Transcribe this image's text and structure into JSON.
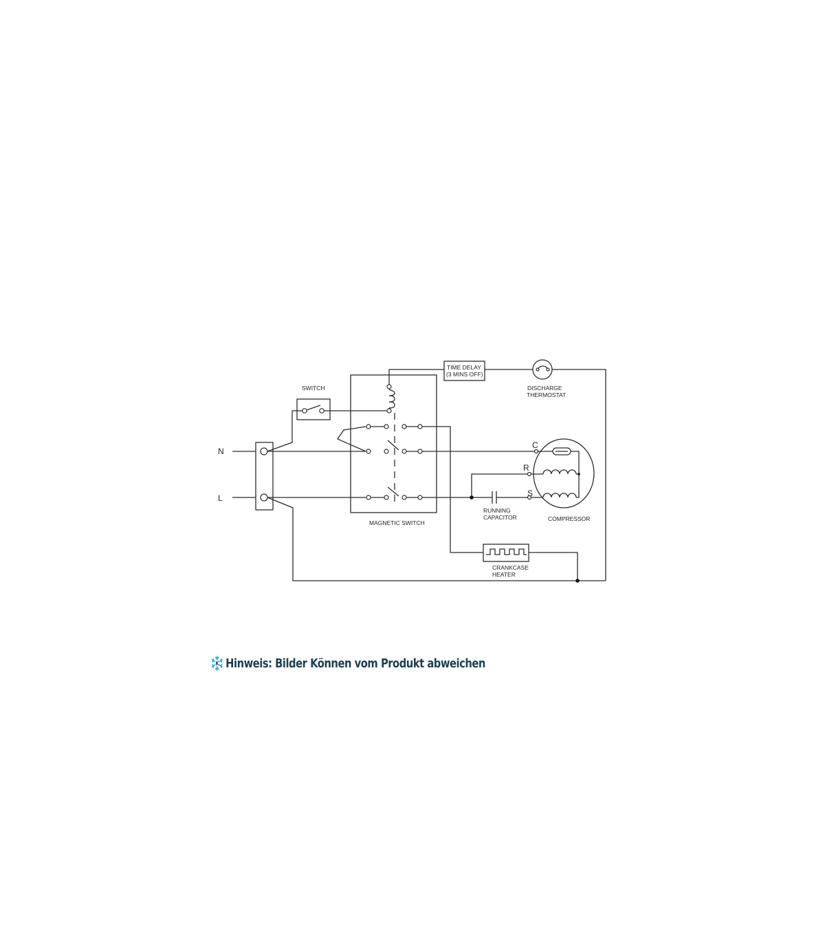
{
  "diagram": {
    "labels": {
      "n": "N",
      "l": "L",
      "switch": "SWITCH",
      "magnetic_switch": "MAGNETIC  SWITCH",
      "time_delay_line1": "TIME DELAY",
      "time_delay_line2": "(3 MINS OFF)",
      "discharge_line1": "DISCHARGE",
      "discharge_line2": "THERMOSTAT",
      "c": "C",
      "r": "R",
      "s": "S",
      "capacitor_line1": "RUNNING",
      "capacitor_line2": "CAPACITOR",
      "compressor": "COMPRESSOR",
      "heater_line1": "CRANKCASE",
      "heater_line2": "HEATER"
    }
  },
  "note": {
    "text": "Hinweis: Bilder Können vom Produkt abweichen",
    "icon": "snowflake-k-icon",
    "color": "#1e3f52",
    "icon_color": "#3aa0d8"
  }
}
